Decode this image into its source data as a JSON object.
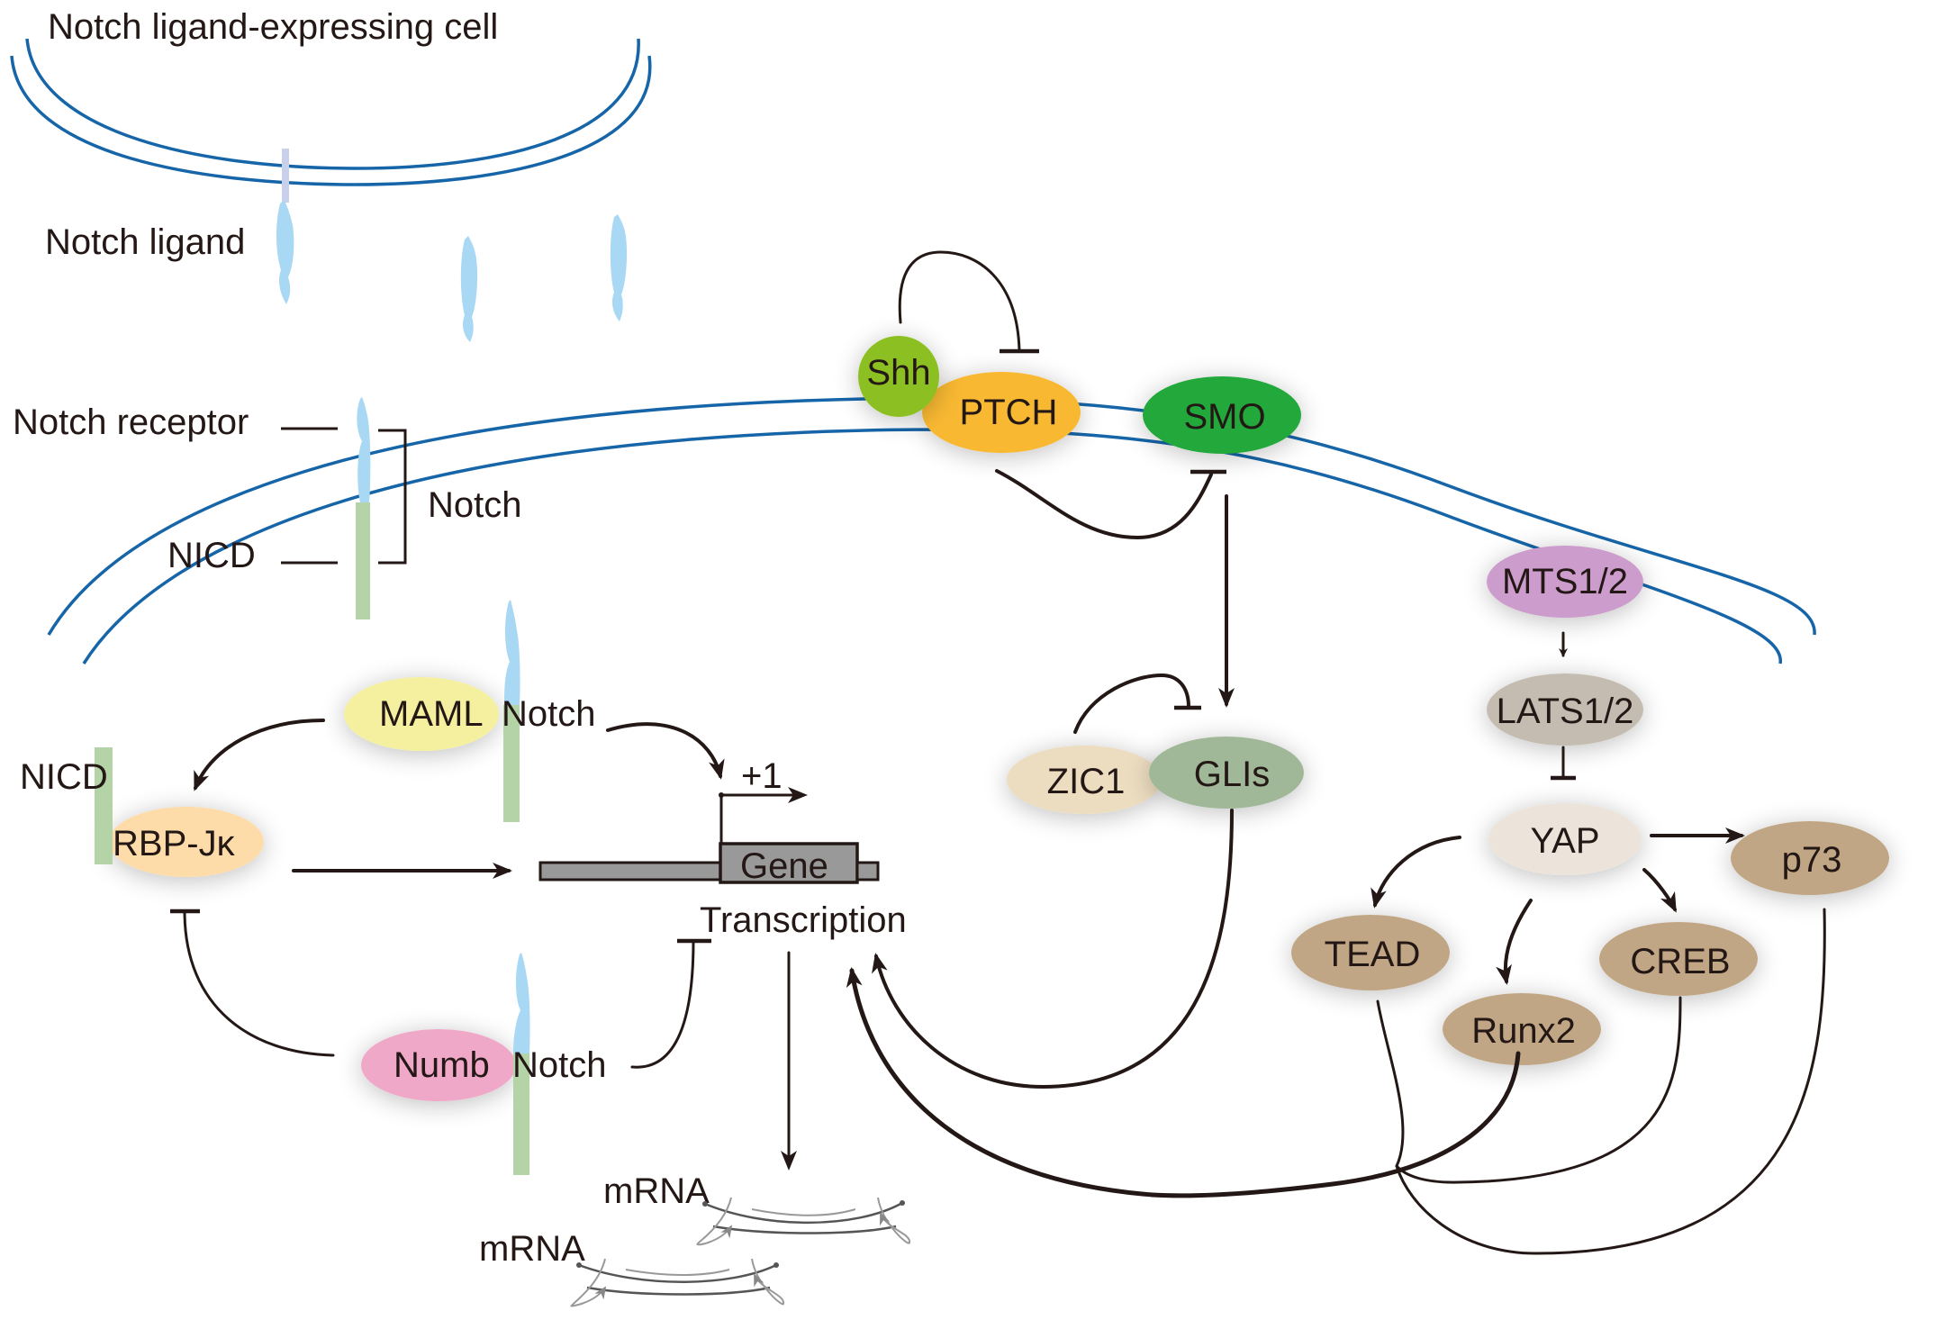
{
  "figure": {
    "title_cell": "Notch ligand-expressing cell",
    "notch_ligand_label": "Notch ligand",
    "notch_receptor_label": "Notch receptor",
    "nicd_label": "NICD",
    "notch_bracket_label": "Notch",
    "notch_pathway": {
      "maml": "MAML",
      "maml_notch": "Notch",
      "nicd": "NICD",
      "rbpjk": "RBP-Jκ",
      "numb": "Numb",
      "numb_notch": "Notch"
    },
    "gene": {
      "tss_label": "+1",
      "gene_label": "Gene",
      "transcription_label": "Transcription",
      "mrna_labels": [
        "mRNA",
        "mRNA"
      ]
    },
    "hedgehog_pathway": {
      "shh": "Shh",
      "ptch": "PTCH",
      "smo": "SMO",
      "zic1": "ZIC1",
      "glis": "GLIs"
    },
    "hippo_pathway": {
      "mts": "MTS1/2",
      "lats": "LATS1/2",
      "yap": "YAP",
      "p73": "p73",
      "tead": "TEAD",
      "runx2": "Runx2",
      "creb": "CREB"
    },
    "colors": {
      "membrane": "#1565a8",
      "shh": "#8cc020",
      "ptch": "#f8b830",
      "smo": "#22a83a",
      "zic1": "#ecdcc0",
      "glis": "#a0b898",
      "mts": "#cc9ccc",
      "lats": "#c4bcb0",
      "yap": "#ece4da",
      "hippo_targets": "#c0a684",
      "maml": "#f4f0a0",
      "rbpjk": "#fddcaa",
      "numb": "#f0a8c8",
      "notch_extracellular": "#a8d8f4",
      "notch_intracellular": "#b4d4a8",
      "gene_box": "#999999"
    }
  }
}
